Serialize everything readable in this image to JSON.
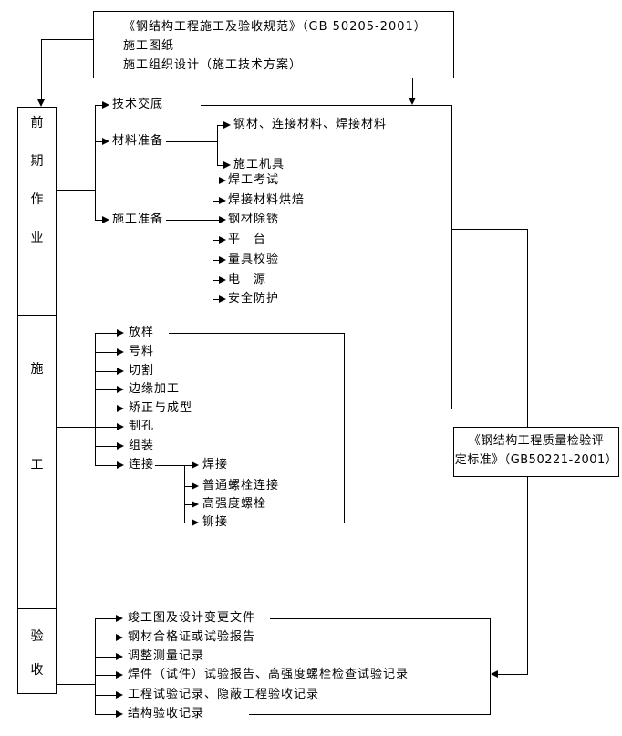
{
  "colors": {
    "line": "#000000",
    "background": "#ffffff",
    "text": "#000000"
  },
  "top_box": {
    "line1": "《钢结构工程施工及验收规范》（GB 50205-2001）",
    "line2": "施工图纸",
    "line3": "施工组织设计（施工技术方案）"
  },
  "stages": {
    "early": "前期作业",
    "construction": "施工",
    "acceptance": "验收"
  },
  "early": {
    "tech_disclosure": "技术交底",
    "material_prep": "材料准备",
    "material_items": [
      "钢材、连接材料、焊接材料",
      "施工机具"
    ],
    "construction_prep": "施工准备",
    "prep_items": [
      "焊工考试",
      "焊接材料烘焙",
      "钢材除锈",
      "平　台",
      "量具校验",
      "电　源",
      "安全防护"
    ]
  },
  "construction": {
    "items": [
      "放样",
      "号料",
      "切割",
      "边缘加工",
      "矫正与成型",
      "制孔",
      "组装",
      "连接"
    ],
    "connection_items": [
      "焊接",
      "普通螺栓连接",
      "高强度螺栓",
      "铆接"
    ]
  },
  "acceptance": {
    "items": [
      "竣工图及设计变更文件",
      "钢材合格证或试验报告",
      "调整测量记录",
      "焊件（试件）试验报告、高强度螺栓检查试验记录",
      "工程试验记录、隐蔽工程验收记录",
      "结构验收记录"
    ]
  },
  "standard_box": {
    "line1": "《钢结构工程质量检验评",
    "line2": "定标准》（GB50221-2001）"
  }
}
